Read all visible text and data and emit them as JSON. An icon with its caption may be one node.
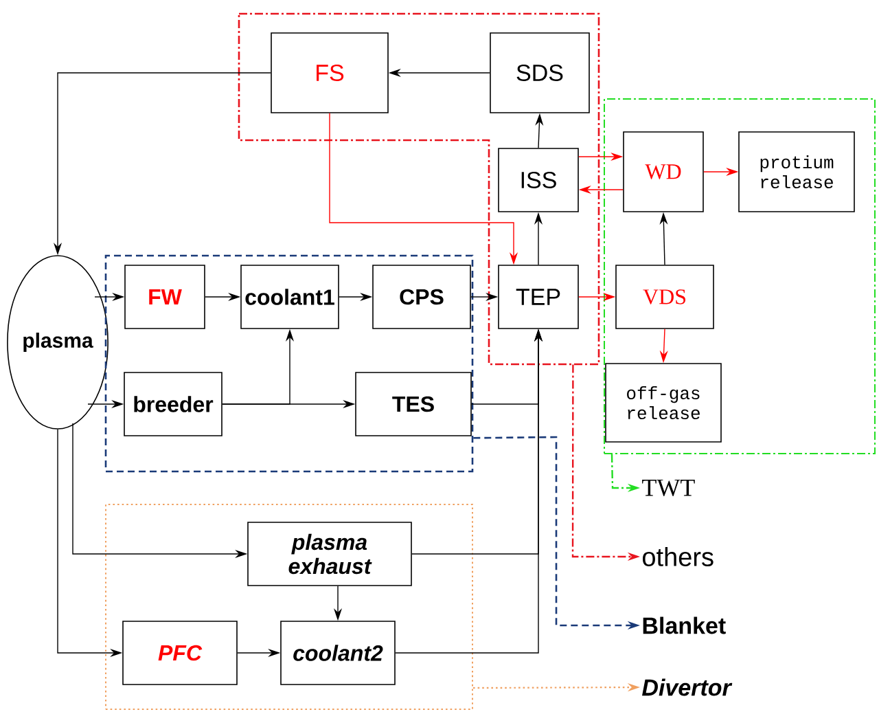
{
  "diagram": {
    "nodes": [
      {
        "text": [],
        "shape": "box"
      },
      {
        "text": [
          "FS"
        ],
        "in": 0
      },
      {
        "text": [
          "SDS"
        ],
        "in": 0
      },
      {
        "text": [
          "ISS"
        ],
        "in": 0
      },
      {
        "text": [
          "TEP"
        ],
        "in": 0
      },
      {
        "text": [],
        "shape": "box"
      },
      {
        "text": [
          "WD"
        ],
        "in": 5
      },
      {
        "text": [
          "protium release"
        ],
        "in": 5
      },
      {
        "text": [
          "VDS"
        ],
        "in": 5
      },
      {
        "text": [
          "off-gas release"
        ],
        "in": 5
      },
      {
        "text": [
          "plasma"
        ]
      },
      {
        "text": [],
        "shape": "box"
      },
      {
        "text": [
          "FW"
        ],
        "in": 11
      },
      {
        "text": [
          "coolant1"
        ],
        "in": 11
      },
      {
        "text": [
          "CPS"
        ],
        "in": 11
      },
      {
        "text": [
          "breeder"
        ],
        "in": 11
      },
      {
        "text": [
          "TES"
        ],
        "in": 11
      },
      {
        "text": [],
        "shape": "box"
      },
      {
        "text": [
          "plasma exhaust"
        ],
        "in": 17
      },
      {
        "text": [
          "PFC"
        ],
        "in": 17
      },
      {
        "text": [
          "coolant2"
        ],
        "in": 17
      },
      {
        "text": [
          "TWT"
        ]
      },
      {
        "text": [
          "others"
        ]
      },
      {
        "text": [
          "Blanket"
        ]
      },
      {
        "text": [
          "Divertor"
        ]
      }
    ],
    "edges": [
      {
        "from": 1,
        "to": 10,
        "arrow": "to"
      },
      {
        "from": 2,
        "to": 1,
        "arrow": "to"
      },
      {
        "from": 3,
        "to": 2,
        "arrow": "to"
      },
      {
        "from": 4,
        "to": 3,
        "arrow": "to"
      },
      {
        "from": 1,
        "to": 4,
        "arrow": "to",
        "color": "#ff0000"
      },
      {
        "from": 3,
        "to": 6,
        "arrow": "to",
        "color": "#ff0000"
      },
      {
        "from": 6,
        "to": 3,
        "arrow": "to",
        "color": "#ff0000"
      },
      {
        "from": 6,
        "to": 7,
        "arrow": "to",
        "color": "#ff0000"
      },
      {
        "from": 8,
        "to": 6,
        "arrow": "to"
      },
      {
        "from": 4,
        "to": 8,
        "arrow": "to",
        "color": "#ff0000"
      },
      {
        "from": 8,
        "to": 9,
        "arrow": "to",
        "color": "#ff0000"
      },
      {
        "from": 10,
        "to": 12,
        "arrow": "to"
      },
      {
        "from": 10,
        "to": 15,
        "arrow": "to"
      },
      {
        "from": 12,
        "to": 13,
        "arrow": "to"
      },
      {
        "from": 13,
        "to": 14,
        "arrow": "to"
      },
      {
        "from": 14,
        "to": 4,
        "arrow": "to"
      },
      {
        "from": 15,
        "to": 16,
        "arrow": "to"
      },
      {
        "from": 15,
        "to": 13,
        "arrow": "to"
      },
      {
        "from": 16,
        "to": 4,
        "arrow": "to"
      },
      {
        "from": 10,
        "to": 18,
        "arrow": "to"
      },
      {
        "from": 10,
        "to": 19,
        "arrow": "to"
      },
      {
        "from": 18,
        "to": 20,
        "arrow": "to"
      },
      {
        "from": 19,
        "to": 20,
        "arrow": "to"
      },
      {
        "from": 18,
        "to": 4,
        "arrow": "to"
      },
      {
        "from": 20,
        "to": 4,
        "arrow": "to"
      },
      {
        "from": 0,
        "to": 22,
        "arrow": "to",
        "style": "dashed",
        "color": "#e8141e"
      },
      {
        "from": 5,
        "to": 21,
        "arrow": "to",
        "style": "dashed",
        "color": "#22dd22"
      },
      {
        "from": 11,
        "to": 23,
        "arrow": "to",
        "style": "dashed",
        "color": "#1a3a78"
      },
      {
        "from": 17,
        "to": 24,
        "arrow": "to",
        "style": "dashed",
        "color": "#f0a060"
      }
    ]
  }
}
